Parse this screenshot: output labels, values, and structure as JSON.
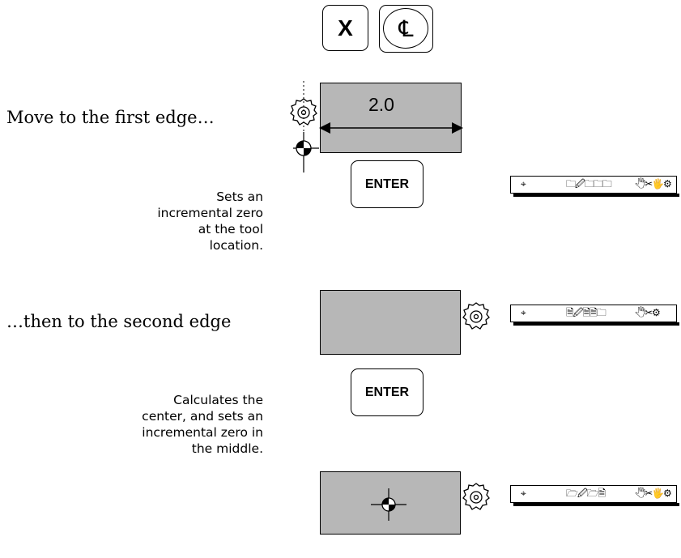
{
  "keys": {
    "x_label": "X",
    "center_symbol": "℄",
    "enter_label": "ENTER"
  },
  "headings": {
    "first_edge": "Move to the first edge…",
    "second_edge": "…then to the second edge"
  },
  "notes": {
    "first": [
      "Sets an",
      "incremental zero",
      "at the tool",
      "location."
    ],
    "second": [
      "Calculates the",
      "center, and sets an",
      "incremental zero in",
      "the middle."
    ]
  },
  "dimension": {
    "value": "2.0"
  },
  "colors": {
    "panel": "#b7b7b7",
    "outline": "#000000"
  },
  "icons": {
    "tool": "cutter-icon",
    "datum": "crosshair-target-icon"
  },
  "status_bars": [
    {
      "left": "⌖",
      "mid": "🗀🖉🗀🗀🗀",
      "right": "🖑✂🖐⚙"
    },
    {
      "left": "⌖",
      "mid": "🗎🖉🗎🗎🗀",
      "right": "🖑✂⚙"
    },
    {
      "left": "⌖",
      "mid": "🗁🖉🗁🗎",
      "right": "🖑✂🖐⚙"
    }
  ]
}
